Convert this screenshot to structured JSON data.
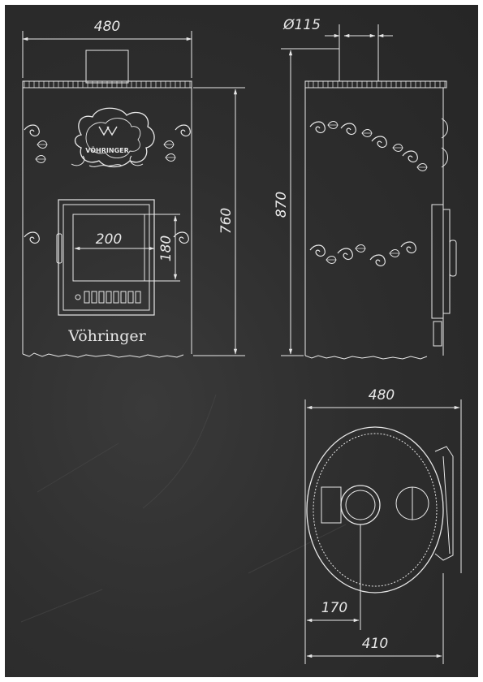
{
  "colors": {
    "background": "#2e2e2e",
    "line": "#e8e8e8",
    "page": "#ffffff"
  },
  "dimensions": {
    "front_width": "480",
    "flue_diameter": "Ø115",
    "front_height": "760",
    "side_height": "870",
    "door_opening_width": "200",
    "door_opening_height": "180",
    "top_width": "480",
    "top_depth": "410",
    "flue_offset": "170"
  },
  "brand": {
    "emblem_text": "VÖHRINGER",
    "front_text": "Vöhringer"
  }
}
